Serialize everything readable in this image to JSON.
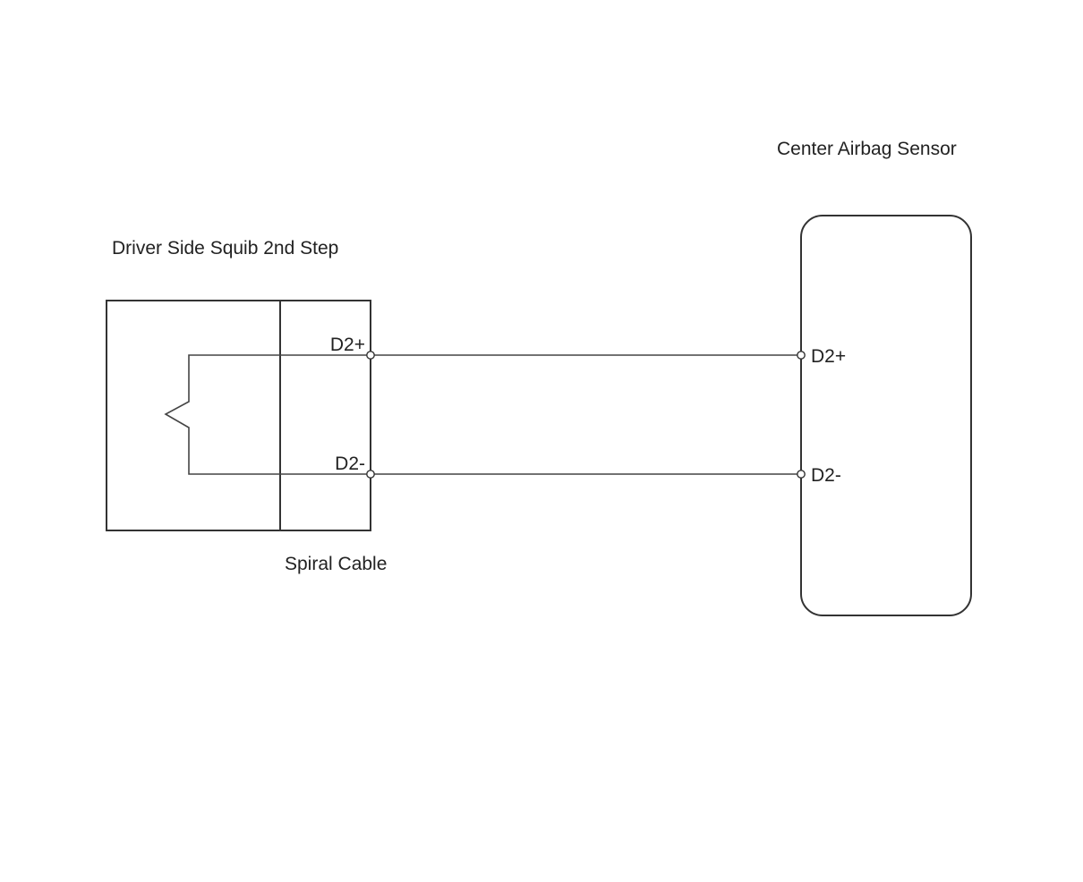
{
  "diagram": {
    "labels": {
      "squib": "Driver Side Squib 2nd Step",
      "spiral_cable": "Spiral Cable",
      "sensor": "Center Airbag Sensor"
    },
    "squib_terminals": {
      "plus": "D2+",
      "minus": "D2-"
    },
    "sensor_terminals": {
      "plus": "D2+",
      "minus": "D2-"
    },
    "colors": {
      "line": "#333333",
      "text": "#222222",
      "background": "#ffffff"
    }
  }
}
